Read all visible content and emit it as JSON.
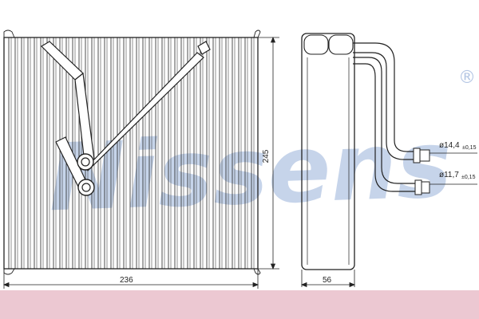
{
  "watermark": {
    "brand": "Nissens",
    "registered_mark": "®"
  },
  "dimensions": {
    "width": "236",
    "height": "245",
    "depth": "56",
    "pipe_large": {
      "diameter": "ø14,4",
      "tolerance": "±0,15"
    },
    "pipe_small": {
      "diameter": "ø11,7",
      "tolerance": "±0,15"
    }
  },
  "colors": {
    "footer_band": "#ecc8d2",
    "watermark": "#b4c6e4",
    "line": "#222222"
  }
}
